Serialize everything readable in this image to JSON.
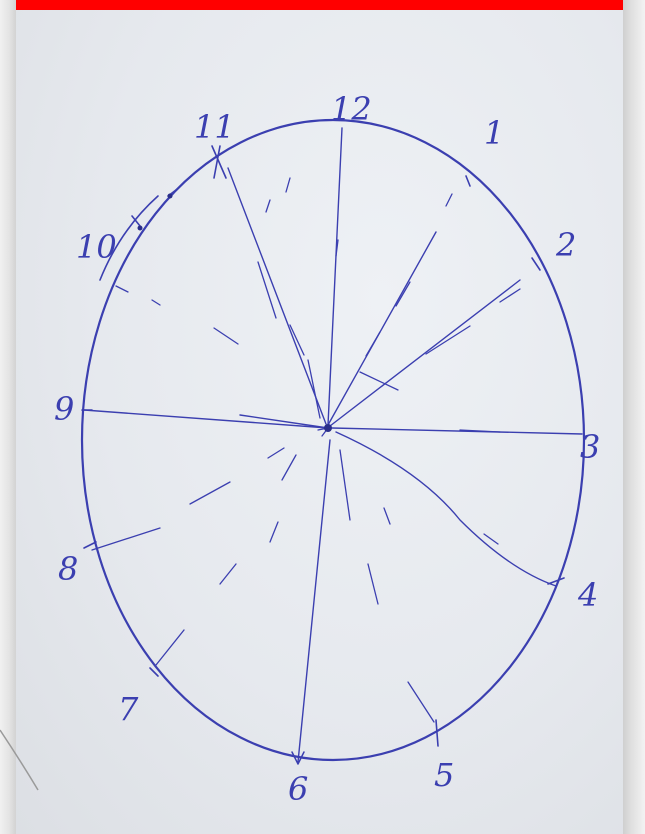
{
  "photo": {
    "ink_color": "#3b3fb0",
    "paper_color": "#e8ebef",
    "banner_color": "#ff0000"
  },
  "clock": {
    "numerals": [
      "12",
      "1",
      "2",
      "3",
      "4",
      "5",
      "6",
      "7",
      "8",
      "9",
      "10",
      "11"
    ]
  }
}
